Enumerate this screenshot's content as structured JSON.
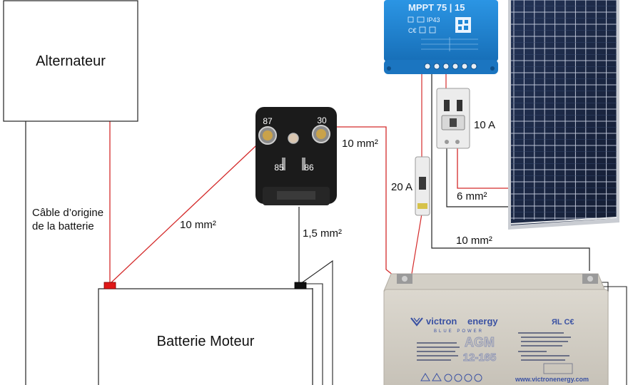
{
  "alternator": {
    "label": "Alternateur"
  },
  "engine_battery": {
    "label": "Batterie Moteur"
  },
  "cable_note": {
    "line1": "Câble d’origine",
    "line2": "de la batterie"
  },
  "relay": {
    "t87": "87",
    "t30": "30",
    "t85": "85",
    "t86": "86"
  },
  "mppt": {
    "model": "MPPT 75 | 15",
    "ip": "IP43"
  },
  "breakers": {
    "solar": "10 A",
    "battery": "20 A"
  },
  "wires": {
    "alt_to_relay": "10 mm²",
    "relay_to_service": "10 mm²",
    "relay_coil": "1,5 mm²",
    "mppt_to_service": "10 mm²",
    "panel": "6 mm²"
  },
  "service_battery": {
    "brand": "victron",
    "brand2": "energy",
    "brand_sub": "BLUE POWER",
    "type": "AGM",
    "model": "12-165",
    "website": "www.victronenergy.com"
  },
  "colors": {
    "positive_wire": "#d42a2a",
    "negative_wire": "#222222",
    "victron_blue": "#1f87d6",
    "panel_cell": "#1d2b4a",
    "battery_case": "#cfcbc2"
  }
}
